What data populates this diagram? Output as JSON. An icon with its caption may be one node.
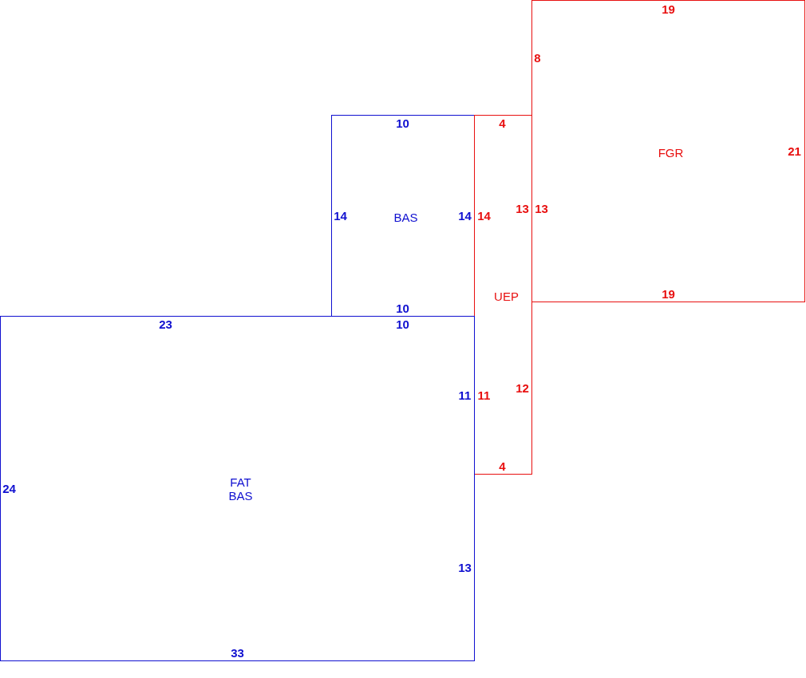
{
  "diagram": {
    "nodes": [
      {
        "text": [
          "19",
          "8",
          "FGR",
          "21",
          "13",
          "19"
        ]
      },
      {
        "text": [
          "10",
          "14",
          "BAS",
          "14",
          "10"
        ]
      },
      {
        "text": [
          "4",
          "13",
          "14",
          "UEP",
          "12",
          "11",
          "4"
        ]
      },
      {
        "text": [
          "23",
          "10",
          "11",
          "24",
          "FAT BAS",
          "13",
          "33"
        ]
      }
    ]
  }
}
